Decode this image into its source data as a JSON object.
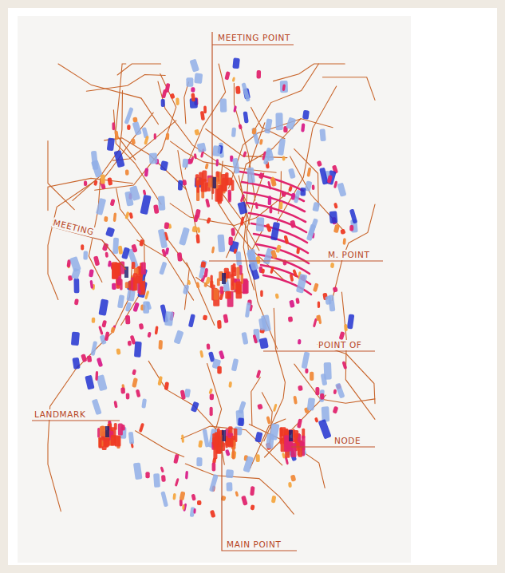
{
  "diagram": {
    "labels": [
      "MEETING POINT",
      "MEETING",
      "M. POINT",
      "POINT OF",
      "LANDMARK",
      "NODE",
      "MAIN POINT"
    ]
  }
}
